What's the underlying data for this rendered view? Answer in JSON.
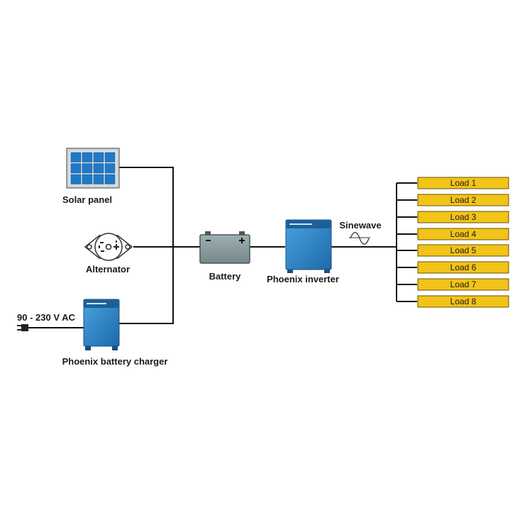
{
  "diagram": {
    "labels": {
      "solar_panel": "Solar panel",
      "alternator": "Alternator",
      "ac_input": "90 - 230 V AC",
      "charger": "Phoenix battery charger",
      "battery": "Battery",
      "inverter": "Phoenix inverter",
      "sinewave": "Sinewave"
    },
    "loads": [
      "Load 1",
      "Load 2",
      "Load 3",
      "Load 4",
      "Load 5",
      "Load 6",
      "Load 7",
      "Load 8"
    ],
    "colors": {
      "wire": "#111111",
      "load_fill": "#f2c318",
      "load_border": "#6b5300",
      "device_blue": "#2b7fc0",
      "solar_cell": "#1f79c7",
      "battery_body": "#8a9a9d"
    }
  }
}
